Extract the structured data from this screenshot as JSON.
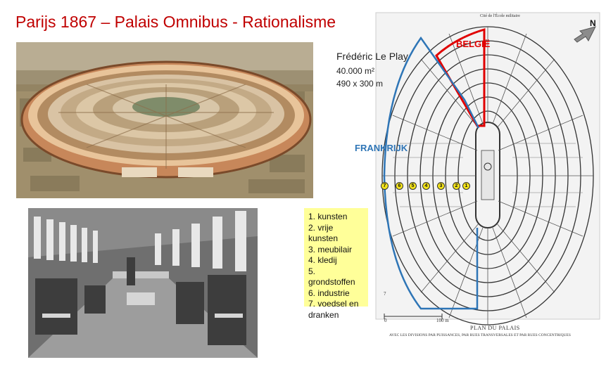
{
  "title": "Parijs 1867 – Palais Omnibus - Rationalisme",
  "info": {
    "name": "Frédéric Le Play",
    "area": "40.000 m²",
    "size": "490 x 300 m"
  },
  "legend": [
    "1. kunsten",
    "2. vrije kunsten",
    "3. meubilair",
    "4. kledij",
    "5. grondstoffen",
    "6. industrie",
    "7. voedsel en dranken"
  ],
  "map_labels": {
    "france": "FRANKRIJK",
    "belgium": "BELGIË",
    "north": "N"
  },
  "badges": [
    "7",
    "6",
    "5",
    "4",
    "3",
    "2",
    "1"
  ],
  "plan": {
    "caption": "PLAN DU PALAIS",
    "subcaption": "AVEC LES DIVISIONS PAR PUISSANCES, PAR RUES TRANSVERSALES ET PAR RUES CONCENTRIQUES",
    "top_label": "Cité de l'École militaire",
    "scale_start": "0",
    "scale_end": "100 m",
    "number": "7"
  },
  "colors": {
    "title": "#c00000",
    "france_outline": "#2e75b6",
    "belgium_outline": "#e00000",
    "legend_bg": "#ffff99",
    "badge": "#f3e31a"
  }
}
